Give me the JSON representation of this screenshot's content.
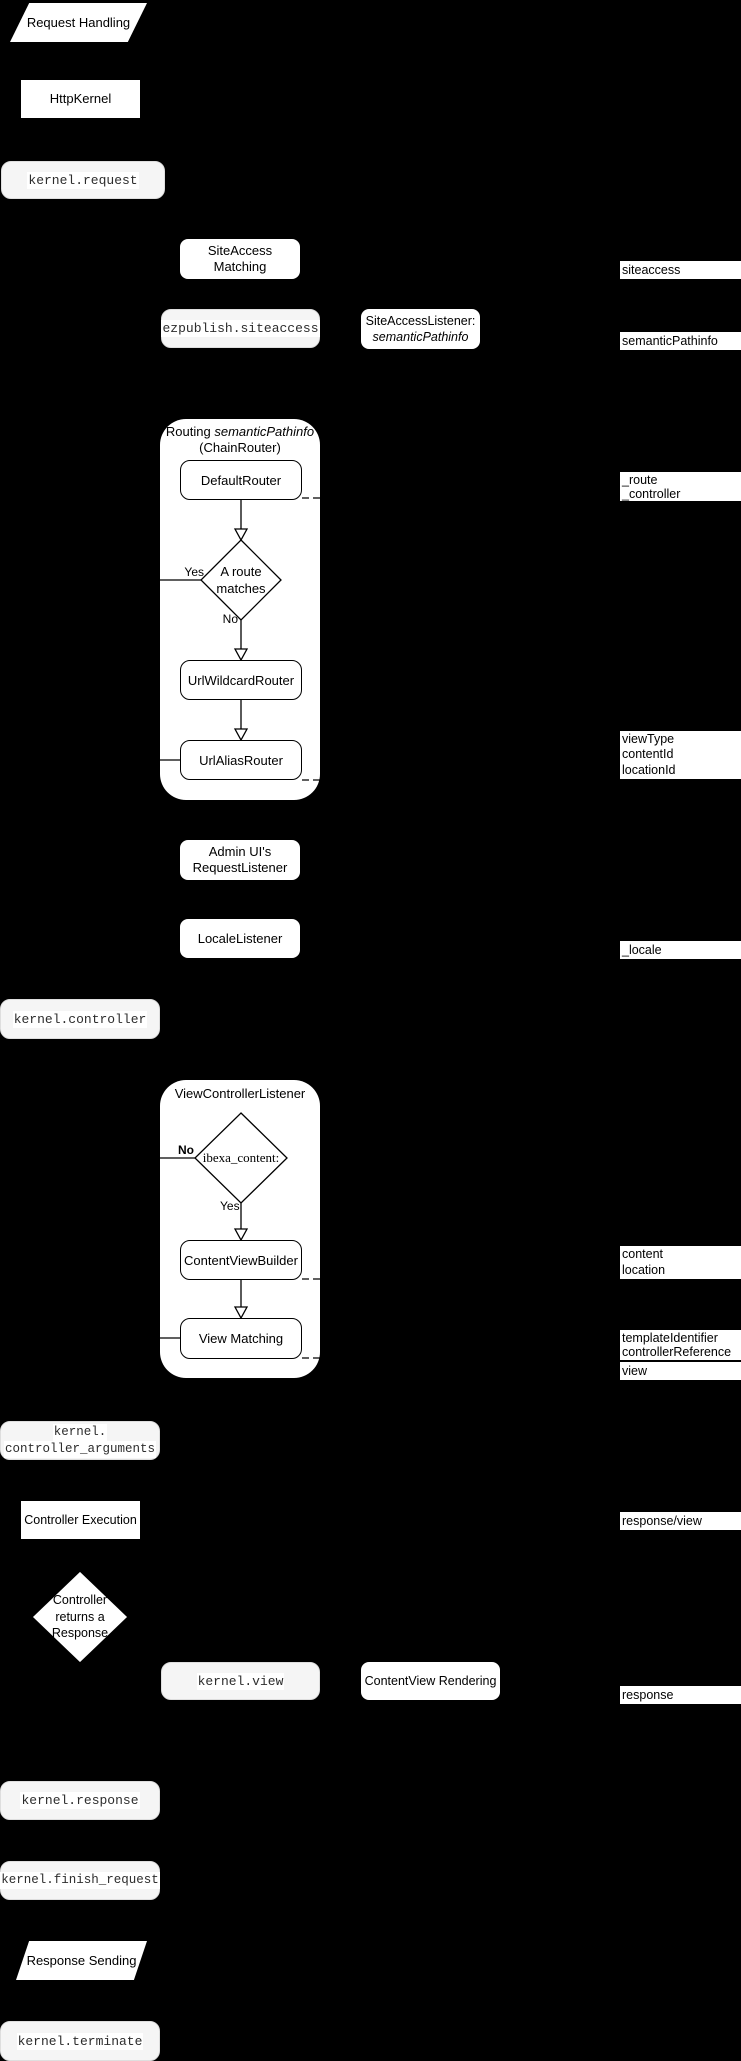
{
  "colors": {
    "background": "#000000",
    "shape_fill": "#ffffff",
    "event_fill": "#f5f5f5",
    "stroke": "#000000"
  },
  "nodes": {
    "request_handling": "Request Handling",
    "http_kernel": "HttpKernel",
    "kernel_request": "kernel.request",
    "siteaccess_matching": "SiteAccess Matching",
    "ezpublish_siteaccess": "ezpublish.siteaccess",
    "siteaccess_listener_line1": "SiteAccessListener:",
    "siteaccess_listener_line2": "semanticPathinfo",
    "routing_title_prefix": "Routing ",
    "routing_title_italic": "semanticPathinfo",
    "routing_subtitle": "(ChainRouter)",
    "default_router": "DefaultRouter",
    "route_matches_line1": "A route",
    "route_matches_line2": "matches",
    "yes": "Yes",
    "no": "No",
    "url_wildcard_router": "UrlWildcardRouter",
    "url_alias_router": "UrlAliasRouter",
    "admin_ui_line1": "Admin UI's",
    "admin_ui_line2": "RequestListener",
    "locale_listener": "LocaleListener",
    "kernel_controller": "kernel.controller",
    "view_controller_listener": "ViewControllerListener",
    "ibexa_content_check": "ibexa_content:",
    "content_view_builder": "ContentViewBuilder",
    "view_matching": "View Matching",
    "kernel_controller_arguments_line1": "kernel.",
    "kernel_controller_arguments_line2": "controller_arguments",
    "controller_execution": "Controller Execution",
    "controller_returns_line1": "Controller",
    "controller_returns_line2": "returns a",
    "controller_returns_line3": "Response",
    "kernel_view": "kernel.view",
    "contentview_rendering": "ContentView Rendering",
    "kernel_response": "kernel.response",
    "kernel_finish_request": "kernel.finish_request",
    "response_sending": "Response Sending",
    "kernel_terminate": "kernel.terminate"
  },
  "side_labels": {
    "siteaccess": "siteaccess",
    "semantic_pathinfo": "semanticPathinfo",
    "route_controller": [
      "_route",
      "_controller"
    ],
    "view_params": [
      "viewType",
      "contentId",
      "locationId"
    ],
    "locale": "_locale",
    "content_location": [
      "content",
      "location"
    ],
    "template_controller": [
      "templateIdentifier",
      "controllerReference"
    ],
    "view": "view",
    "response_view": "response/view",
    "response": "response"
  }
}
